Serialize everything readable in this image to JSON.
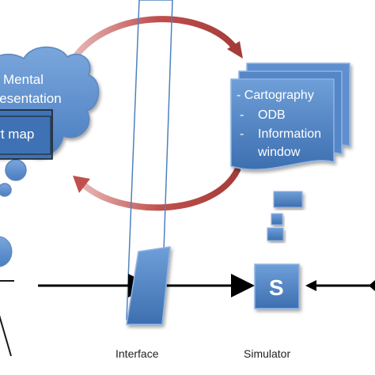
{
  "cloud": {
    "line1": "Mental",
    "line2": "representation",
    "box_label": "Chart map"
  },
  "doc": {
    "item1": "- Cartography",
    "item2_dash": "-",
    "item2": "ODB",
    "item3_dash": "-",
    "item3a": "Information",
    "item3b": "window"
  },
  "simulator_box": {
    "letter": "S"
  },
  "labels": {
    "interface": "Interface",
    "simulator": "Simulator"
  },
  "colors": {
    "blue_fill": "#4f81bd",
    "blue_light": "#6e9bd2",
    "blue_dark": "#2f5f96",
    "arc": "#c0504d",
    "arrow": "#000000"
  }
}
